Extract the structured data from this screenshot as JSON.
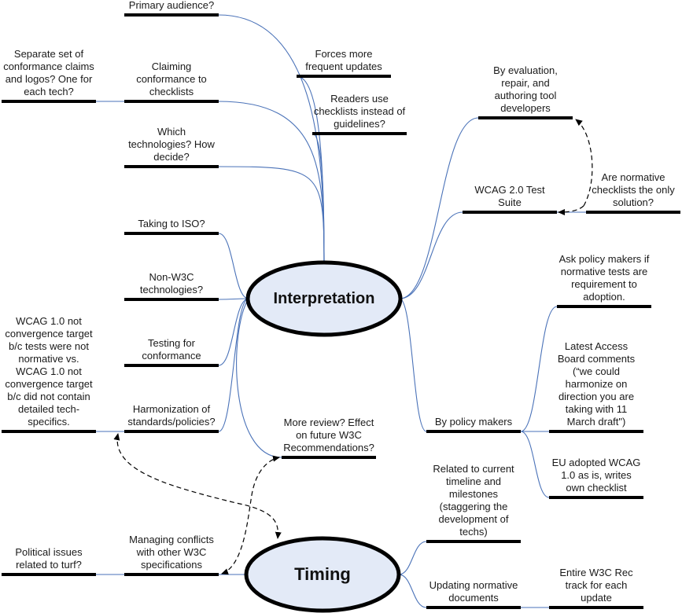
{
  "diagram": {
    "type": "mind-map",
    "colors": {
      "hub_fill": "#e3eaf7",
      "hub_stroke": "#000000",
      "connector": "#4a72b8",
      "node_bar": "#000000",
      "dashed_link": "#000000",
      "text": "#1a1a1a"
    },
    "hubs": [
      {
        "id": "interpretation",
        "label": "Interpretation"
      },
      {
        "id": "timing",
        "label": "Timing"
      }
    ],
    "nodes": [
      {
        "id": "primary-audience",
        "label": "Primary audience?",
        "parent": "interpretation"
      },
      {
        "id": "claiming-conformance",
        "label": "Claiming\nconformance to\nchecklists",
        "parent": "interpretation"
      },
      {
        "id": "separate-claims",
        "label": "Separate set of\nconformance claims\nand logos? One for\neach tech?",
        "parent": "claiming-conformance"
      },
      {
        "id": "which-technologies",
        "label": "Which\ntechnologies? How\ndecide?",
        "parent": "interpretation"
      },
      {
        "id": "forces-updates",
        "label": "Forces more\nfrequent updates",
        "parent": "interpretation"
      },
      {
        "id": "readers-use-checklists",
        "label": "Readers use\nchecklists instead of\nguidelines?",
        "parent": "interpretation"
      },
      {
        "id": "taking-to-iso",
        "label": "Taking to ISO?",
        "parent": "interpretation"
      },
      {
        "id": "non-w3c",
        "label": "Non-W3C\ntechnologies?",
        "parent": "interpretation"
      },
      {
        "id": "testing-conformance",
        "label": "Testing for\nconformance",
        "parent": "interpretation"
      },
      {
        "id": "harmonization",
        "label": "Harmonization of\nstandards/policies?",
        "parent": "interpretation"
      },
      {
        "id": "wcag10-not-target",
        "label": "WCAG 1.0 not\nconvergence target\nb/c tests were not\nnormative vs.\nWCAG 1.0 not\nconvergence target\nb/c did not contain\ndetailed tech-\nspecifics.",
        "parent": "harmonization"
      },
      {
        "id": "more-review",
        "label": "More review? Effect\non future W3C\nRecommendations?",
        "parent": "interpretation"
      },
      {
        "id": "by-tool-developers",
        "label": "By evaluation,\nrepair, and\nauthoring tool\ndevelopers",
        "parent": "interpretation"
      },
      {
        "id": "test-suite",
        "label": "WCAG 2.0 Test\nSuite",
        "parent": "interpretation"
      },
      {
        "id": "normative-only-solution",
        "label": "Are normative\nchecklists the only\nsolution?",
        "parent": "test-suite"
      },
      {
        "id": "by-policy-makers",
        "label": "By policy makers",
        "parent": "interpretation"
      },
      {
        "id": "ask-policy-makers",
        "label": "Ask policy makers if\nnormative tests are\nrequirement to\nadoption.",
        "parent": "by-policy-makers"
      },
      {
        "id": "access-board",
        "label": "Latest Access\nBoard comments\n(“we could\nharmonize on\ndirection you are\ntaking with 11\nMarch draft\")",
        "parent": "by-policy-makers"
      },
      {
        "id": "eu-adopted",
        "label": "EU adopted WCAG\n1.0 as is, writes\nown checklist",
        "parent": "by-policy-makers"
      },
      {
        "id": "managing-conflicts",
        "label": "Managing conflicts\nwith other W3C\nspecifications",
        "parent": "timing"
      },
      {
        "id": "political-issues",
        "label": "Political issues\nrelated to turf?",
        "parent": "managing-conflicts"
      },
      {
        "id": "related-timeline",
        "label": "Related to current\ntimeline and\nmilestones\n(staggering the\ndevelopment of\ntechs)",
        "parent": "timing"
      },
      {
        "id": "updating-normative",
        "label": "Updating normative\ndocuments",
        "parent": "timing"
      },
      {
        "id": "entire-rec-track",
        "label": "Entire W3C Rec\ntrack for each\nupdate",
        "parent": "updating-normative"
      }
    ],
    "dashed_links": [
      {
        "from": "normative-only-solution",
        "to": "by-tool-developers"
      },
      {
        "from": "normative-only-solution",
        "to": "test-suite"
      },
      {
        "from": "harmonization",
        "to": "timing"
      },
      {
        "from": "managing-conflicts",
        "to": "more-review"
      }
    ]
  }
}
